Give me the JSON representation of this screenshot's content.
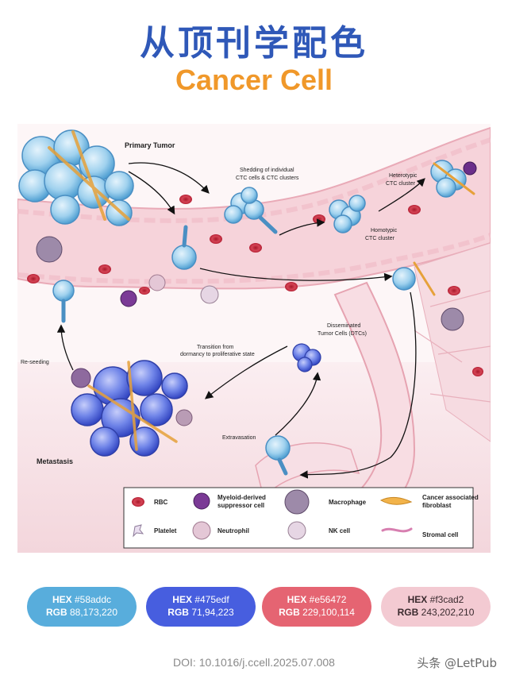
{
  "header": {
    "title_cn": "从顶刊学配色",
    "title_en": "Cancer Cell"
  },
  "figure": {
    "labels": {
      "primary_tumor": "Primary Tumor",
      "shedding_1": "Shedding of individual",
      "shedding_2": "CTC cells & CTC clusters",
      "heterotypic_1": "Heterotypic",
      "heterotypic_2": "CTC cluster",
      "homotypic_1": "Homotypic",
      "homotypic_2": "CTC cluster",
      "disseminated_1": "Disseminated",
      "disseminated_2": "Tumor Cells (DTCs)",
      "transition_1": "Transition from",
      "transition_2": "dormancy to proliferative state",
      "reseeding": "Re-seeding",
      "extravasation": "Extravasation",
      "metastasis": "Metastasis"
    },
    "legend": [
      {
        "label": "RBC",
        "icon": "rbc-icon"
      },
      {
        "label": "Myeloid-derived",
        "label2": "suppressor cell",
        "icon": "mdsc-icon"
      },
      {
        "label": "Macrophage",
        "icon": "macrophage-icon"
      },
      {
        "label": "Cancer associated",
        "label2": "fibroblast",
        "icon": "fibroblast-icon"
      },
      {
        "label": "Platelet",
        "icon": "platelet-icon"
      },
      {
        "label": "Neutrophil",
        "icon": "neutrophil-icon"
      },
      {
        "label": "NK cell",
        "icon": "nk-cell-icon"
      },
      {
        "label": "Stromal cell",
        "icon": "stromal-cell-icon"
      }
    ]
  },
  "palette": [
    {
      "hex_label": "HEX",
      "hex": "#58addc",
      "rgb_label": "RGB",
      "rgb": "88,173,220",
      "color": "#58addc"
    },
    {
      "hex_label": "HEX",
      "hex": "#475edf",
      "rgb_label": "RGB",
      "rgb": "71,94,223",
      "color": "#475edf"
    },
    {
      "hex_label": "HEX",
      "hex": "#e56472",
      "rgb_label": "RGB",
      "rgb": "229,100,114",
      "color": "#e56472"
    },
    {
      "hex_label": "HEX",
      "hex": "#f3cad2",
      "rgb_label": "RGB",
      "rgb": "243,202,210",
      "color": "#f3cad2"
    }
  ],
  "footer": {
    "doi": "DOI: 10.1016/j.ccell.2025.07.008",
    "watermark": "头条 @LetPub"
  }
}
